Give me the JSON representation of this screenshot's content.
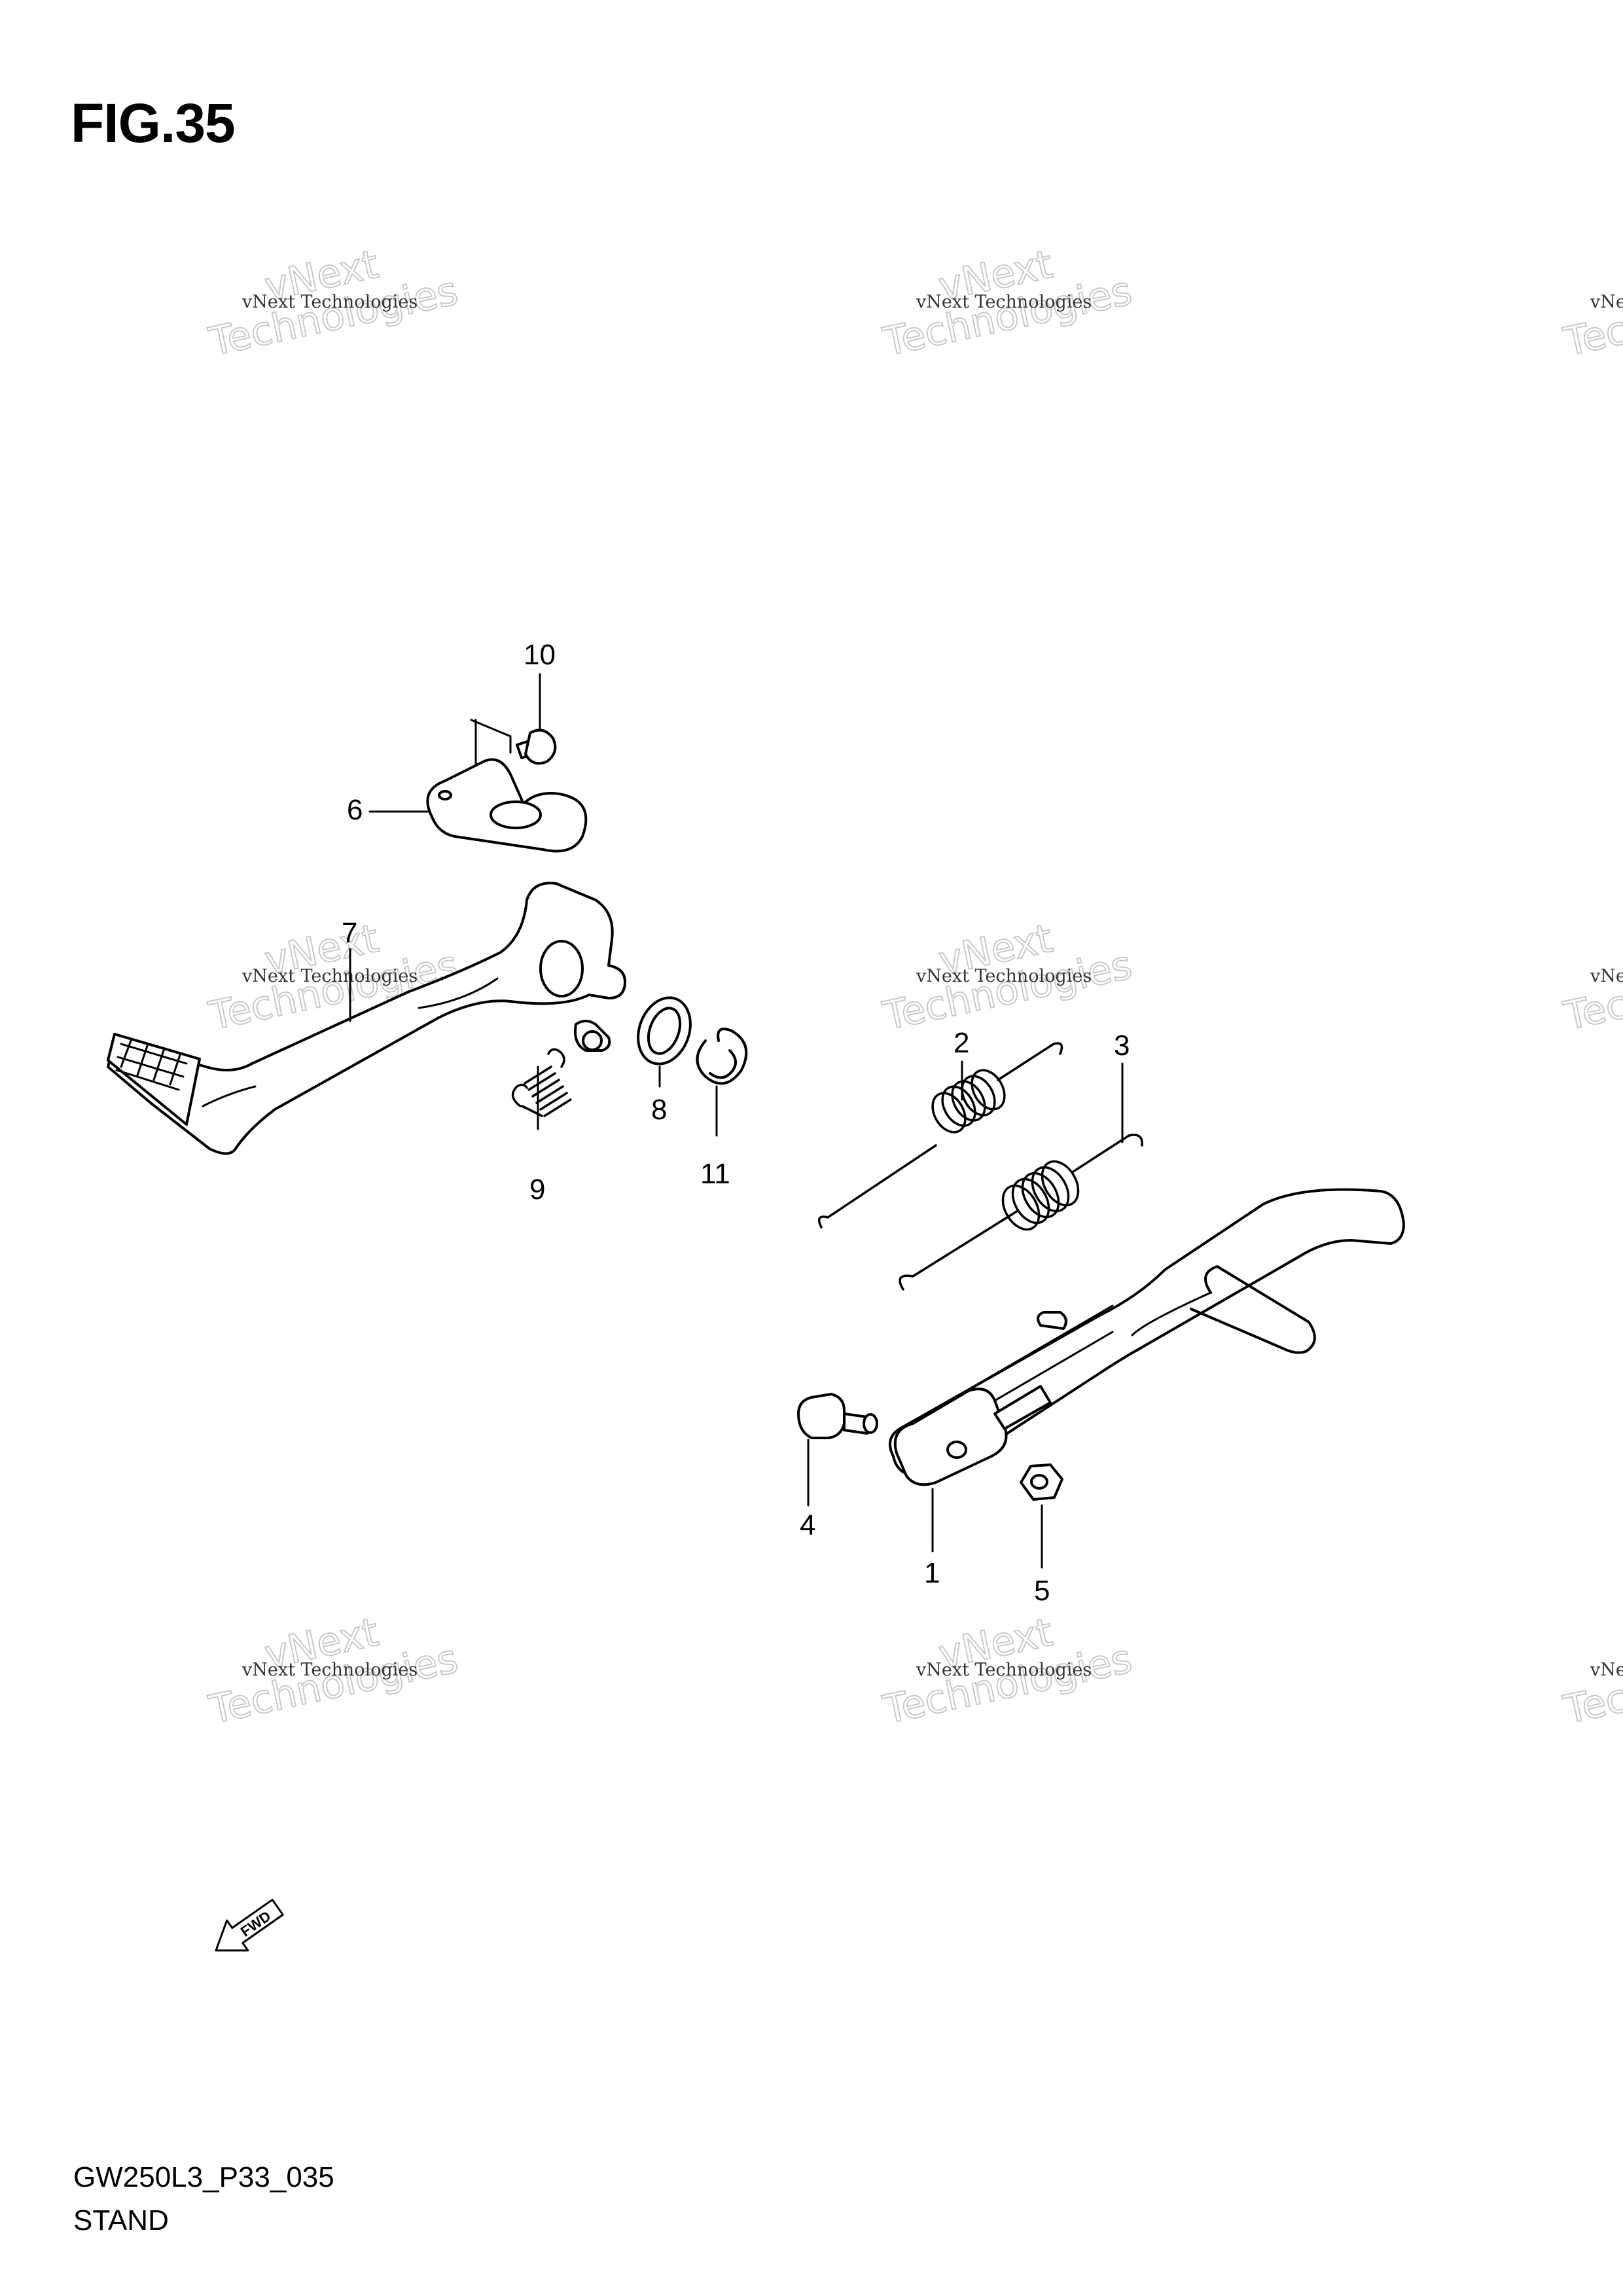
{
  "figure": {
    "title": "FIG.35",
    "code": "GW250L3_P33_035",
    "section": "STAND"
  },
  "watermark": {
    "brand": "vNext",
    "company": "vNext Technologies",
    "word": "Technologies"
  },
  "callouts": [
    "1",
    "2",
    "3",
    "4",
    "5",
    "6",
    "7",
    "8",
    "9",
    "10",
    "11"
  ],
  "fwd_label": "FWD"
}
